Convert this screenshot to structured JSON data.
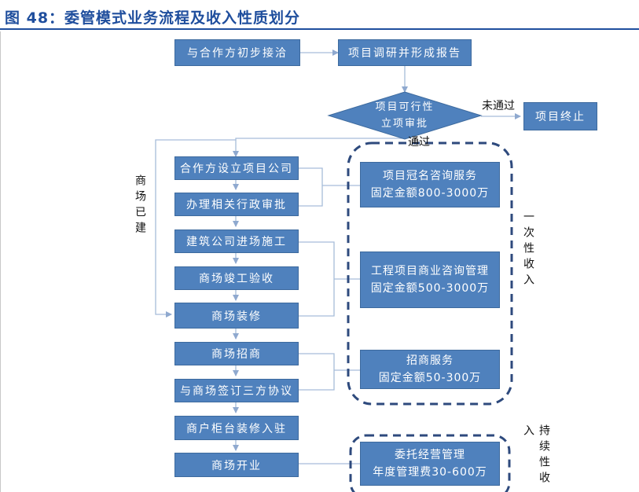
{
  "title": "图 48：委管模式业务流程及收入性质划分",
  "top_flow": {
    "start": "与合作方初步接洽",
    "research": "项目调研并形成报告",
    "decision_line1": "项目可行性",
    "decision_line2": "立项审批",
    "reject_label": "未通过",
    "terminate": "项目终止",
    "pass_label": "通过"
  },
  "main_steps": [
    "合作方设立项目公司",
    "办理相关行政审批",
    "建筑公司进场施工",
    "商场竣工验收",
    "商场装修",
    "商场招商",
    "与商场签订三方协议",
    "商户柜台装修入驻",
    "商场开业"
  ],
  "side_label_built": "商场已建",
  "one_time_group": {
    "label": "一次性收入",
    "services": [
      {
        "name": "项目冠名咨询服务",
        "fee": "固定金额800-3000万"
      },
      {
        "name": "工程项目商业咨询管理",
        "fee": "固定金额500-3000万"
      },
      {
        "name": "招商服务",
        "fee": "固定金额50-300万"
      }
    ]
  },
  "recurring_group": {
    "label": "持续性收入",
    "services": [
      {
        "name": "委托经营管理",
        "fee": "年度管理费30-600万"
      }
    ]
  },
  "colors": {
    "box_fill": "#4f81bd",
    "title": "#1f4e9d",
    "dashed_group": "#2e4a7d",
    "connector": "#a6bcd9"
  }
}
